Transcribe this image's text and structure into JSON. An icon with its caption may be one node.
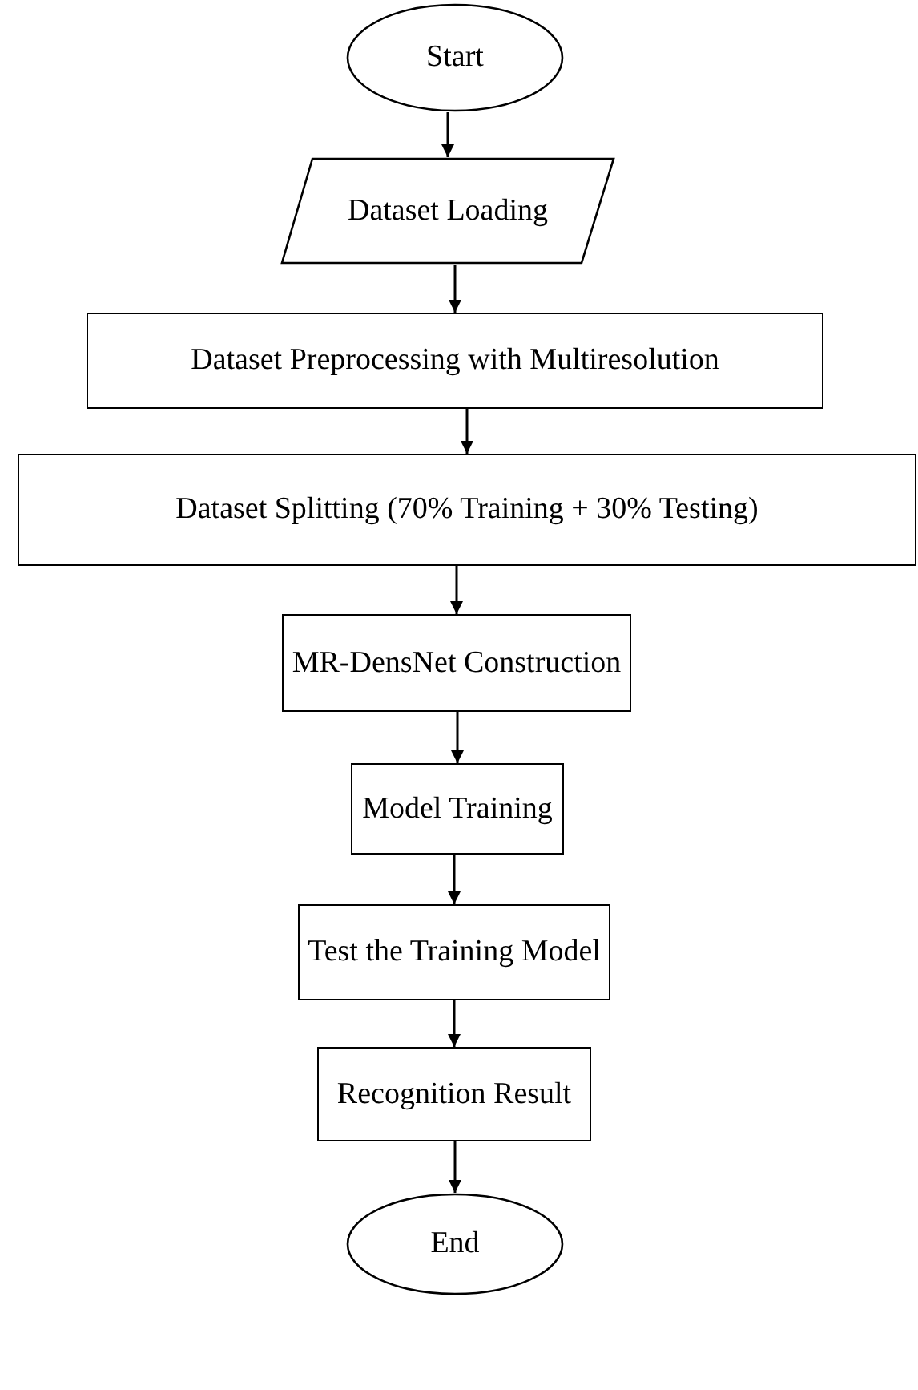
{
  "diagram": {
    "nodes": [
      {
        "text": [
          "Start"
        ]
      },
      {
        "text": [
          "Dataset Loading"
        ]
      },
      {
        "text": [
          "Dataset Preprocessing with Multiresolution"
        ]
      },
      {
        "text": [
          "Dataset Splitting (70% Training + 30% Testing)"
        ]
      },
      {
        "text": [
          "MR-DensNet Construction"
        ]
      },
      {
        "text": [
          "Model Training"
        ]
      },
      {
        "text": [
          "Test the Training Model"
        ]
      },
      {
        "text": [
          "Recognition Result"
        ]
      },
      {
        "text": [
          "End"
        ]
      }
    ],
    "edges": [
      {
        "from": 0,
        "to": 1,
        "arrow": "to"
      },
      {
        "from": 1,
        "to": 2,
        "arrow": "to"
      },
      {
        "from": 2,
        "to": 3,
        "arrow": "to"
      },
      {
        "from": 3,
        "to": 4,
        "arrow": "to"
      },
      {
        "from": 4,
        "to": 5,
        "arrow": "to"
      },
      {
        "from": 5,
        "to": 6,
        "arrow": "to"
      },
      {
        "from": 6,
        "to": 7,
        "arrow": "to"
      },
      {
        "from": 7,
        "to": 8,
        "arrow": "to"
      }
    ]
  }
}
